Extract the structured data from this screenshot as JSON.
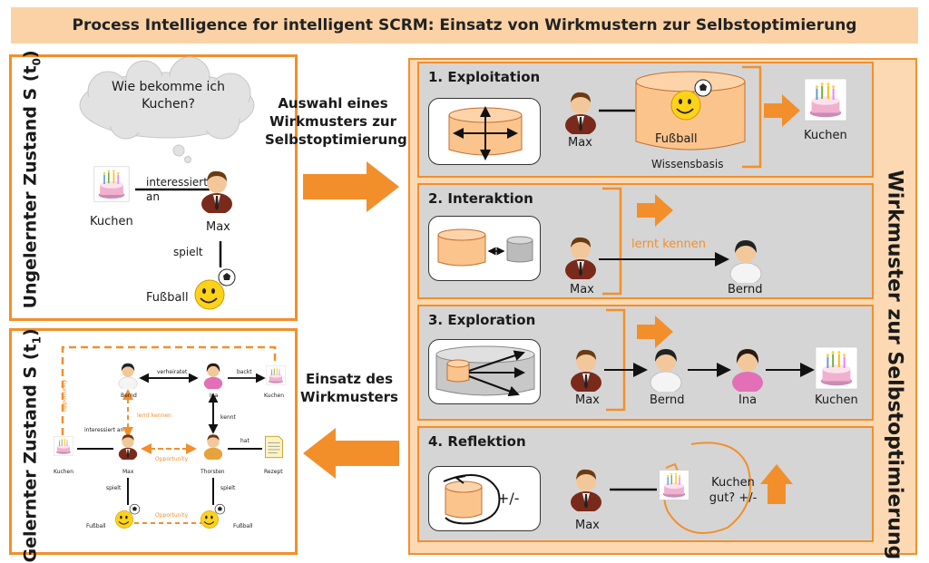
{
  "title": "Process Intelligence for intelligent SCRM: Einsatz von Wirkmustern zur Selbstoptimierung",
  "left_top": {
    "label_main": "Ungelernter Zustand S (t",
    "label_sub": "0",
    "label_end": ")",
    "thought": "Wie bekomme ich Kuchen?",
    "kuchen": "Kuchen",
    "max": "Max",
    "edge_interessiert": "interessiert an",
    "edge_spielt": "spielt",
    "fussball": "Fußball"
  },
  "left_bottom": {
    "label_main": "Gelernter Zustand S (t",
    "label_sub": "1",
    "label_end": ")",
    "bernd": "Bernd",
    "ina": "Ina",
    "kuchen_top": "Kuchen",
    "verheiratet": "verheiratet",
    "backt": "backt",
    "opportunity_left": "Opportunity",
    "lernt_kennen": "lernt kennen",
    "kennt": "kennt",
    "interessiert_an": "interessiert an",
    "kuchen_left": "Kuchen",
    "max": "Max",
    "opportunity_mid": "Opportunity",
    "thorsten": "Thorsten",
    "hat": "hat",
    "rezept": "Rezept",
    "spielt_left": "spielt",
    "spielt_right": "spielt",
    "opportunity_bottom": "Opportunity",
    "fussball_left": "Fußball",
    "fussball_right": "Fußball"
  },
  "mid": {
    "auswahl": "Auswahl eines Wirkmusters zur Selbstoptimierung",
    "einsatz": "Einsatz des Wirkmusters"
  },
  "right_label": "Wirkmuster zur Selbstoptimierung",
  "sections": {
    "s1": {
      "title": "1. Exploitation",
      "max": "Max",
      "fussball": "Fußball",
      "wissensbasis": "Wissensbasis",
      "kuchen": "Kuchen"
    },
    "s2": {
      "title": "2. Interaktion",
      "max": "Max",
      "lernt": "lernt kennen",
      "bernd": "Bernd"
    },
    "s3": {
      "title": "3. Exploration",
      "max": "Max",
      "bernd": "Bernd",
      "ina": "Ina",
      "kuchen": "Kuchen"
    },
    "s4": {
      "title": "4. Reflektion",
      "max": "Max",
      "pm": "+/-",
      "kuchen_gut": "Kuchen gut? +/-"
    }
  },
  "colors": {
    "orange": "#f28f2b",
    "peach": "#fbd2a5",
    "grey": "#d5d5d5"
  }
}
